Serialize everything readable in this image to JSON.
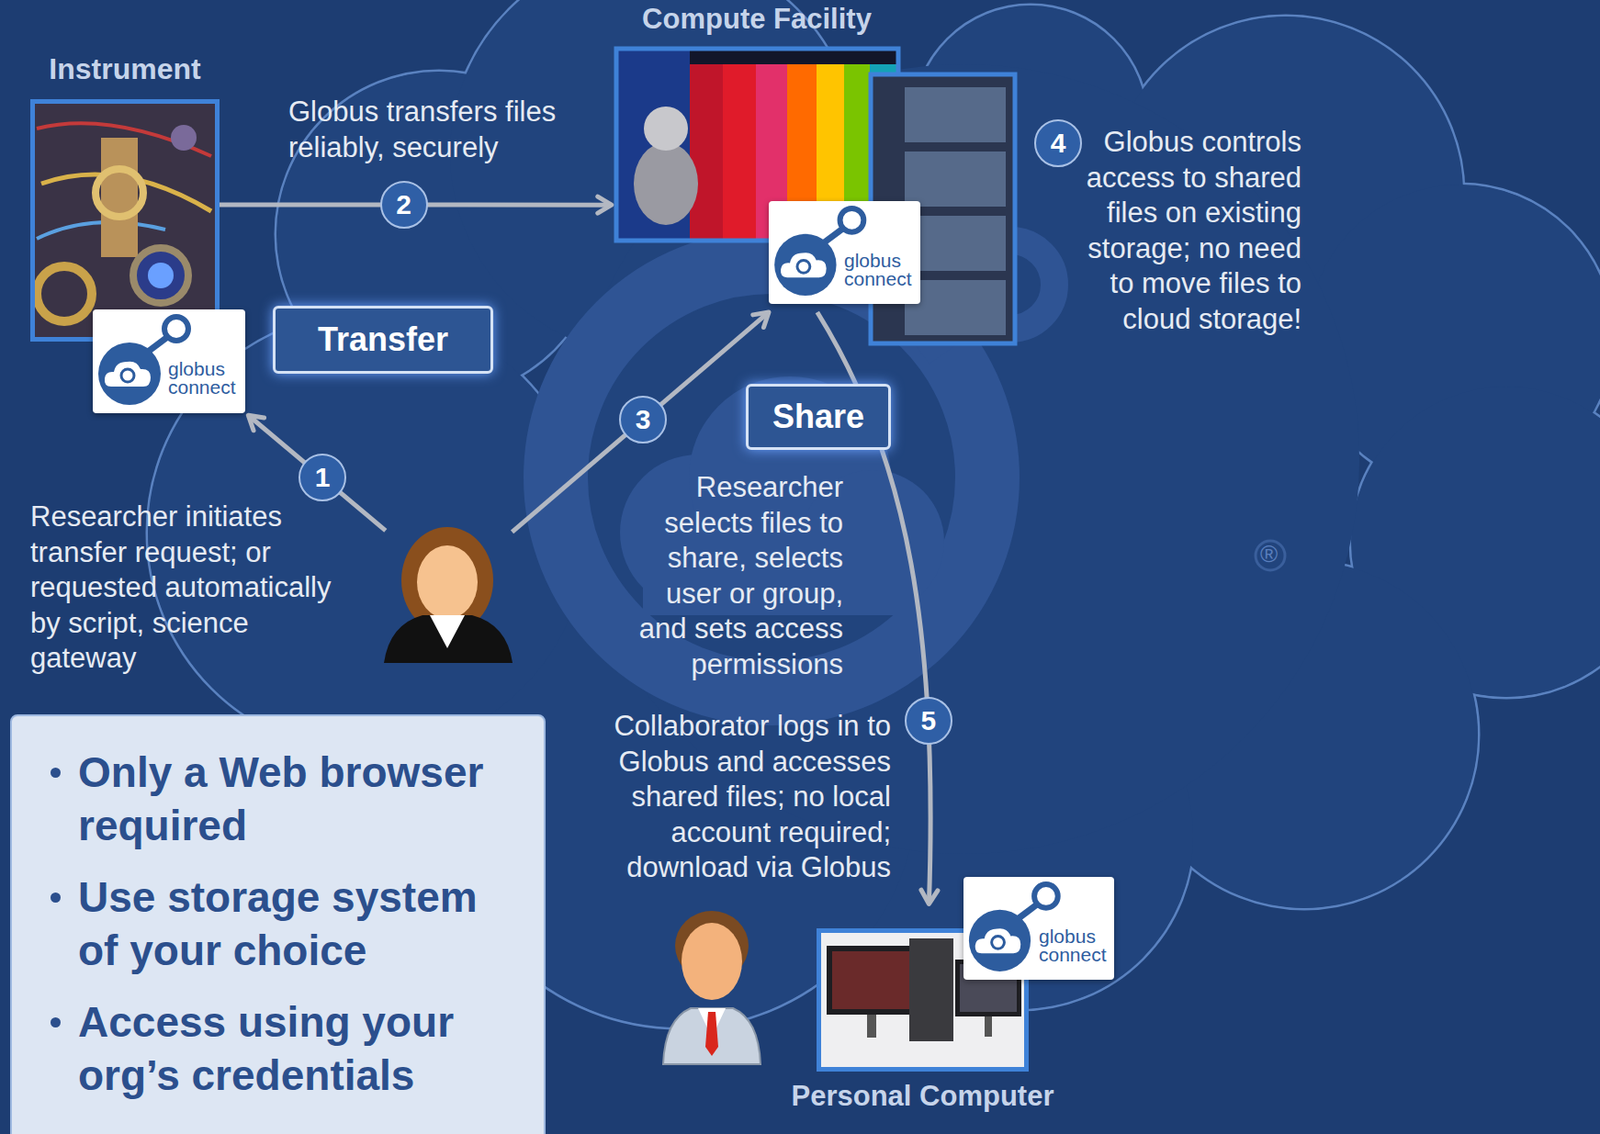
{
  "diagram": {
    "nodes": [
      {
        "text": [
          "Instrument"
        ]
      },
      {
        "text": [
          "globus connect"
        ],
        "in": 0
      },
      {
        "text": [
          "Transfer"
        ]
      },
      {
        "text": [
          "Compute Facility"
        ]
      },
      {
        "text": [
          "globus connect"
        ],
        "in": 3
      },
      {
        "text": [
          "Share"
        ]
      },
      {
        "text": [
          "Researcher initiates transfer request; or requested automatically by script, science gateway"
        ]
      },
      {
        "text": [
          "Only a Web browser required",
          "Use storage system of your choice",
          "Access using your org’s credentials"
        ]
      },
      {
        "text": [
          "Personal Computer"
        ]
      },
      {
        "text": [
          "globus connect"
        ],
        "in": 8
      }
    ],
    "edges": [
      {
        "from": 0,
        "to": 3,
        "arrow": "to",
        "label": "2"
      },
      {
        "from": 6,
        "to": 1,
        "arrow": "to",
        "label": "1"
      },
      {
        "from": 6,
        "to": 4,
        "arrow": "to",
        "label": "3"
      },
      {
        "from": 4,
        "to": 8,
        "arrow": "to",
        "label": "5"
      }
    ],
    "labels": [
      "Globus transfers files reliably, securely",
      "4",
      "Globus controls access to shared files on existing storage; no need to move files to cloud storage!",
      "Researcher selects files to share, selects user or group, and sets access permissions",
      "Collaborator logs in to Globus and accesses shared files; no local account required; download via Globus",
      "®"
    ]
  }
}
